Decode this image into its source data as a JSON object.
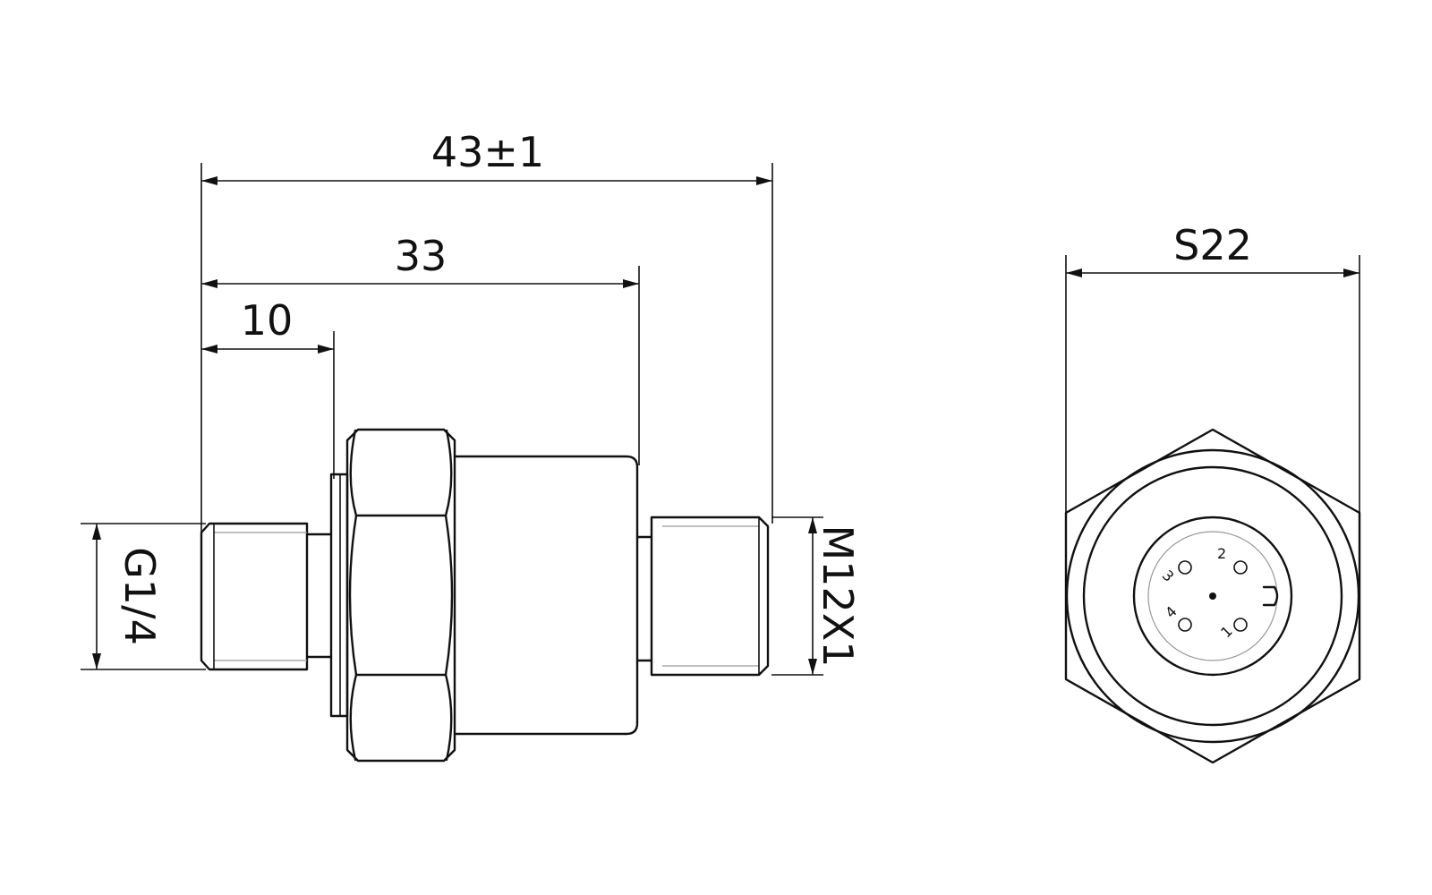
{
  "side_view": {
    "overall_length": "43±1",
    "body_length": "33",
    "thread_length": "10",
    "process_thread": "G1/4",
    "connector_thread": "M12X1"
  },
  "end_view": {
    "hex_size": "S22",
    "pins": [
      "1",
      "2",
      "3",
      "4"
    ]
  }
}
